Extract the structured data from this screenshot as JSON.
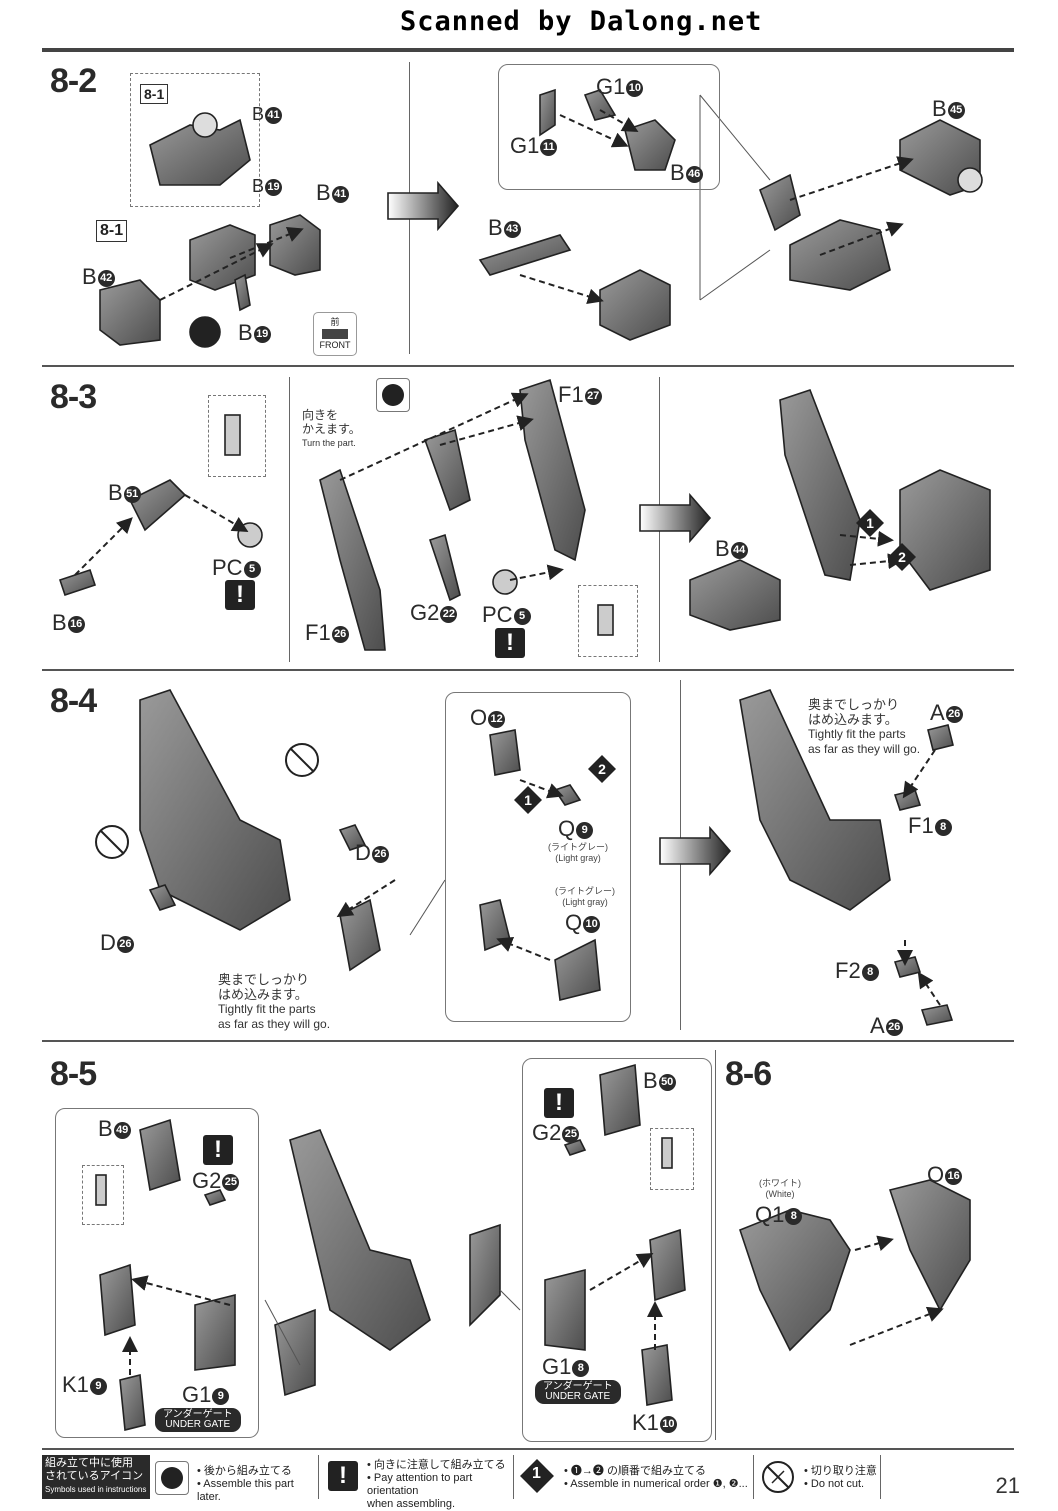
{
  "header": {
    "scanned": "Scanned by Dalong.net"
  },
  "steps": {
    "s82": {
      "title": "8-2",
      "sub_ref": "8-1",
      "ref_box": "8-1",
      "parts": {
        "b41a": "B",
        "b41a_n": "41",
        "b19a": "B",
        "b19a_n": "19",
        "b41b": "B",
        "b41b_n": "41",
        "b42": "B",
        "b42_n": "42",
        "b19b": "B",
        "b19b_n": "19",
        "g110": "G1",
        "g110_n": "10",
        "g111": "G1",
        "g111_n": "11",
        "b46": "B",
        "b46_n": "46",
        "b43": "B",
        "b43_n": "43",
        "b45": "B",
        "b45_n": "45"
      },
      "front_jp": "前",
      "front_en": "FRONT"
    },
    "s83": {
      "title": "8-3",
      "parts": {
        "b51": "B",
        "b51_n": "51",
        "pc5a": "PC",
        "pc5a_n": "5",
        "b16": "B",
        "b16_n": "16",
        "f127": "F1",
        "f127_n": "27",
        "g222": "G2",
        "g222_n": "22",
        "pc5b": "PC",
        "pc5b_n": "5",
        "f126": "F1",
        "f126_n": "26",
        "b44": "B",
        "b44_n": "44"
      },
      "turn_jp1": "向きを",
      "turn_jp2": "かえます。",
      "turn_en": "Turn the part."
    },
    "s84": {
      "title": "8-4",
      "parts": {
        "d26a": "D",
        "d26a_n": "26",
        "d26b": "D",
        "d26b_n": "26",
        "o12": "O",
        "o12_n": "12",
        "q9": "Q",
        "q9_n": "9",
        "q10": "Q",
        "q10_n": "10",
        "a26a": "A",
        "a26a_n": "26",
        "f18": "F1",
        "f18_n": "8",
        "f28": "F2",
        "f28_n": "8",
        "a26b": "A",
        "a26b_n": "26"
      },
      "q9_jp": "(ライトグレー)",
      "q9_en": "(Light gray)",
      "q10_jp": "(ライトグレー)",
      "q10_en": "(Light gray)",
      "fit_jp1": "奥までしっかり",
      "fit_jp2": "はめ込みます。",
      "fit_en1": "Tightly fit the parts",
      "fit_en2": "as far as they will go."
    },
    "s85": {
      "title": "8-5",
      "parts": {
        "b49": "B",
        "b49_n": "49",
        "g225a": "G2",
        "g225a_n": "25",
        "k19": "K1",
        "k19_n": "9",
        "g19": "G1",
        "g19_n": "9",
        "b50": "B",
        "b50_n": "50",
        "g225b": "G2",
        "g225b_n": "25",
        "g18": "G1",
        "g18_n": "8",
        "k110": "K1",
        "k110_n": "10"
      },
      "under_gate_jp": "アンダーゲート",
      "under_gate_en": "UNDER GATE"
    },
    "s86": {
      "title": "8-6",
      "parts": {
        "q18": "Q1",
        "q18_n": "8",
        "o16": "O",
        "o16_n": "16"
      },
      "white_jp": "(ホワイト)",
      "white_en": "(White)"
    }
  },
  "legend": {
    "title_jp1": "組み立て中に使用",
    "title_jp2": "されているアイコン",
    "title_en": "Symbols used in instructions",
    "i1_jp": "• 後から組み立てる",
    "i1_en": "• Assemble this part later.",
    "i2_jp": "• 向きに注意して組み立てる",
    "i2_en1": "• Pay attention to part orientation",
    "i2_en2": "when assembling.",
    "i3_jp": "• ❶→❷ の順番で組み立てる",
    "i3_en": "• Assemble in numerical order ❶, ❷...",
    "i4_jp": "• 切り取り注意",
    "i4_en": "• Do not cut."
  },
  "page_number": "21"
}
